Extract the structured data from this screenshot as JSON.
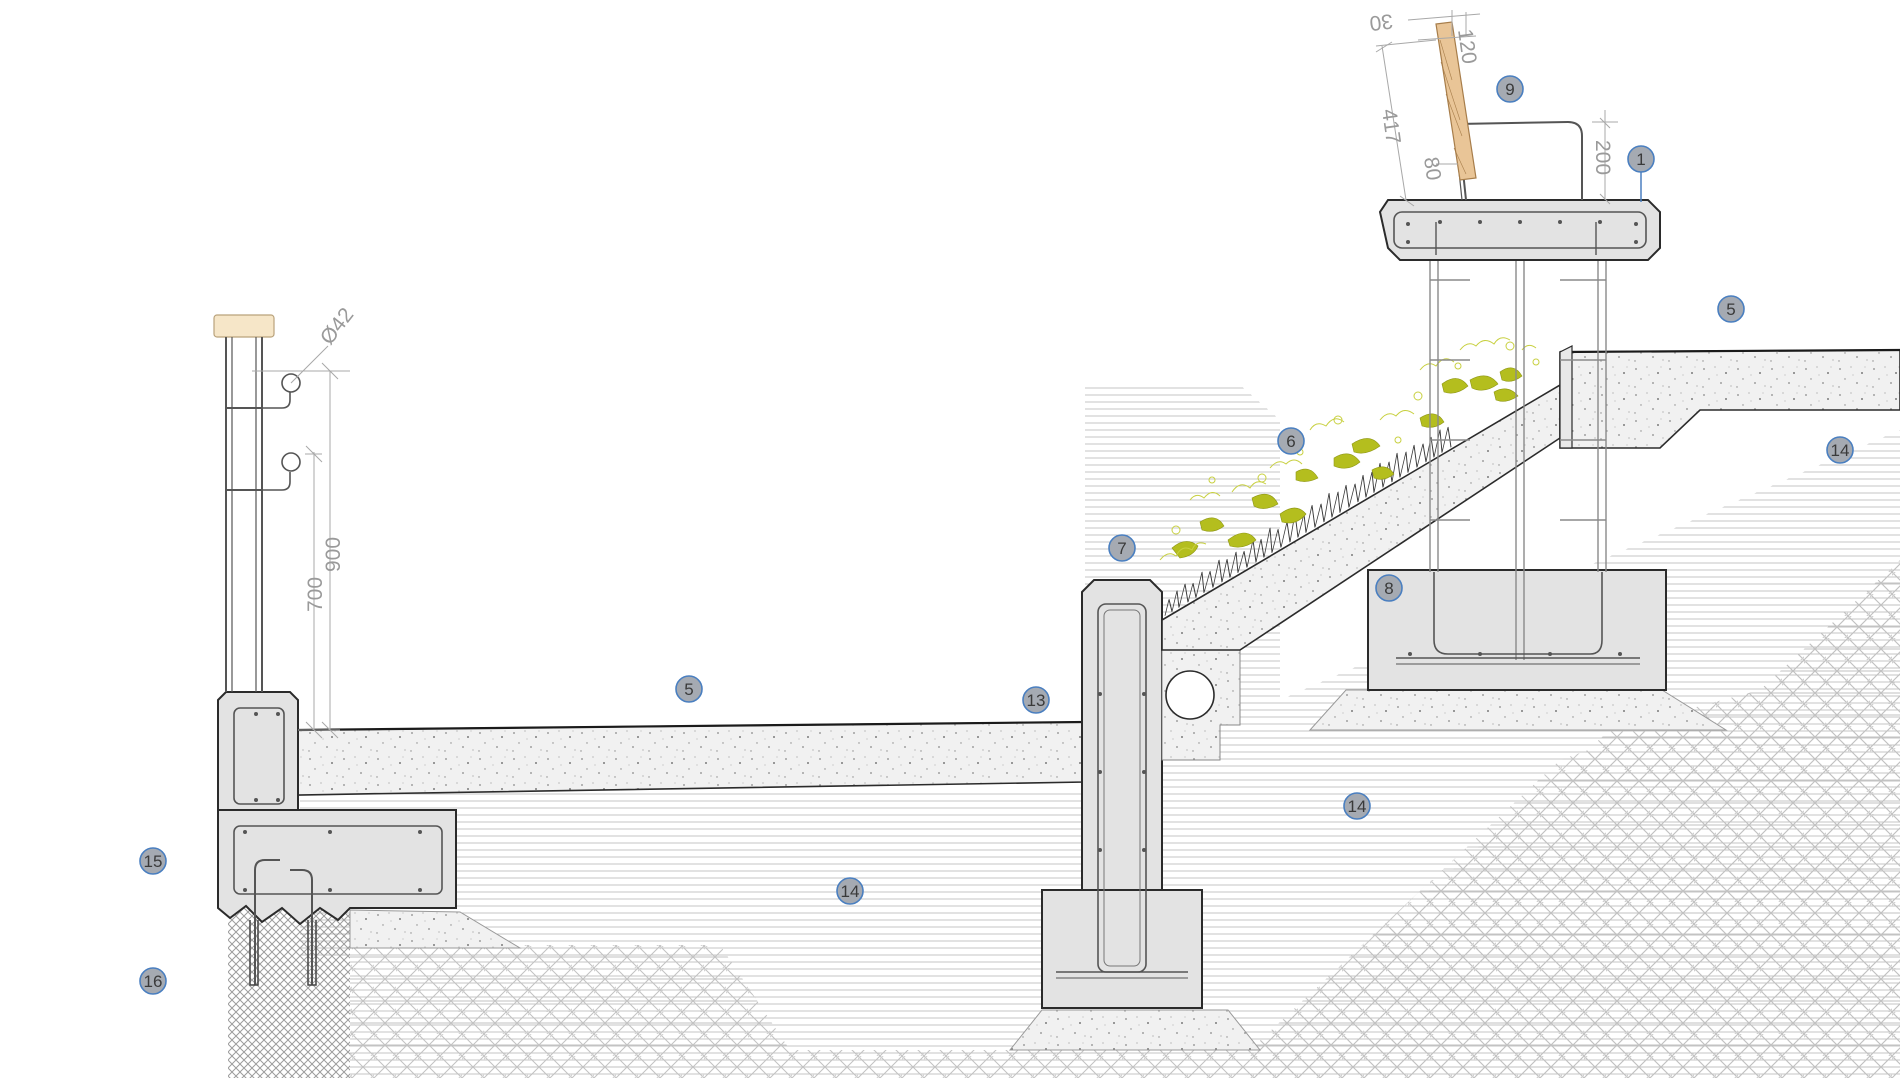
{
  "dimensions": {
    "dia_42": "Ø42",
    "h_700": "700",
    "h_900": "900",
    "d_30": "30",
    "d_120": "120",
    "d_417": "417",
    "d_80": "80",
    "d_200": "200"
  },
  "markers": [
    {
      "id": "m1",
      "label": "1"
    },
    {
      "id": "m5a",
      "label": "5"
    },
    {
      "id": "m5b",
      "label": "5"
    },
    {
      "id": "m6",
      "label": "6"
    },
    {
      "id": "m7",
      "label": "7"
    },
    {
      "id": "m8",
      "label": "8"
    },
    {
      "id": "m9",
      "label": "9"
    },
    {
      "id": "m13",
      "label": "13"
    },
    {
      "id": "m14a",
      "label": "14"
    },
    {
      "id": "m14b",
      "label": "14"
    },
    {
      "id": "m14c",
      "label": "14"
    },
    {
      "id": "m15",
      "label": "15"
    },
    {
      "id": "m16",
      "label": "16"
    }
  ],
  "colors": {
    "concrete": "#e3e3e3",
    "outline": "#2b2b2b",
    "marker_fill": "#a5aab2",
    "marker_ring": "#4a7fc0",
    "vegetation": "#b4be1e",
    "timber": "#e9c597",
    "dimension": "#9a9a9a"
  }
}
